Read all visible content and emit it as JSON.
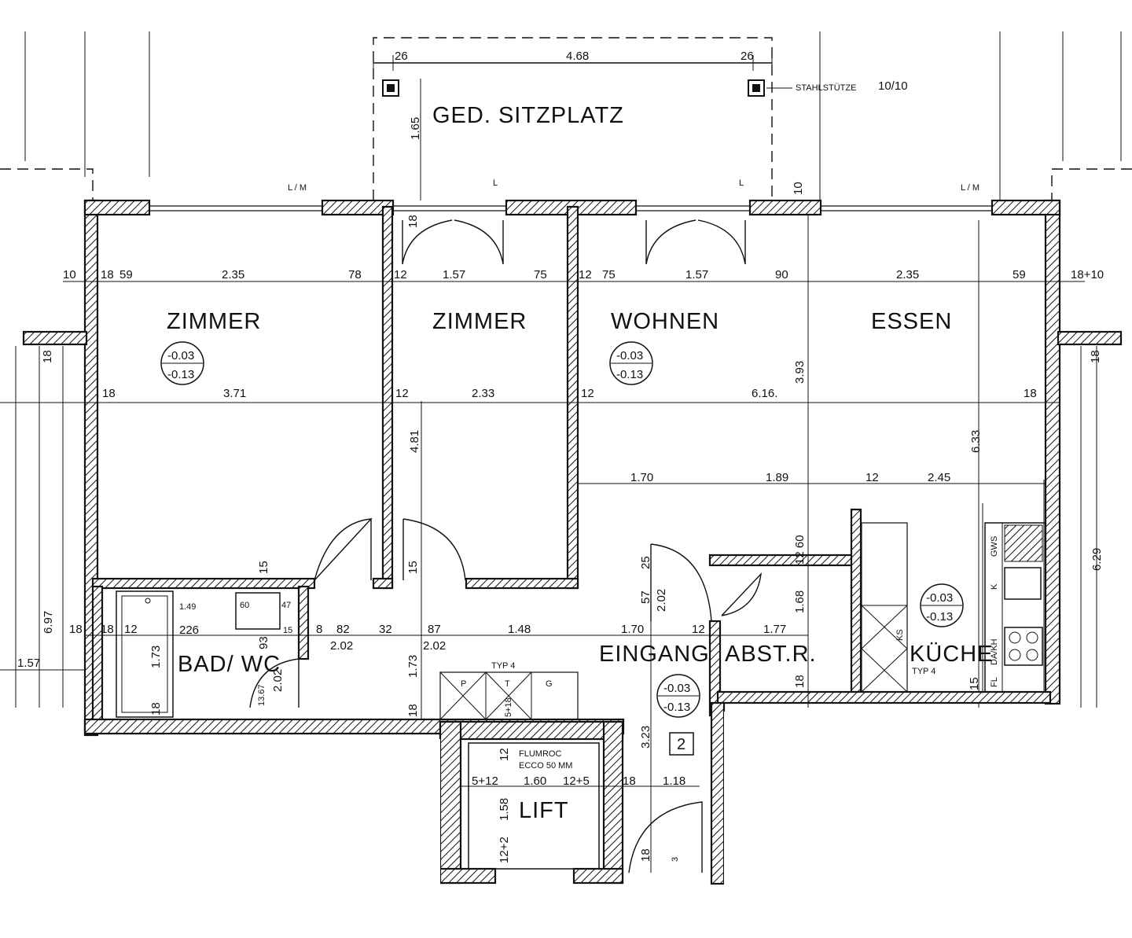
{
  "rooms": {
    "sitzplatz": "GED. SITZPLATZ",
    "zimmer1": "ZIMMER",
    "zimmer2": "ZIMMER",
    "wohnen": "WOHNEN",
    "essen": "ESSEN",
    "bad": "BAD/ WC",
    "eingang": "EINGANG",
    "abstr": "ABST.R.",
    "kueche": "KÜCHE",
    "lift": "LIFT"
  },
  "levels": {
    "a": {
      "top": "-0.03",
      "bottom": "-0.13"
    },
    "b": {
      "top": "-0.03",
      "bottom": "-0.13"
    },
    "c": {
      "top": "-0.03",
      "bottom": "-0.13"
    },
    "d": {
      "top": "-0.03",
      "bottom": "-0.13"
    }
  },
  "notes": {
    "stahlstuetze": "STAHLSTÜTZE",
    "stahlstuetze_size": "10/10",
    "typ4_top": "TYP 4",
    "typ4_kueche": "TYP 4",
    "flumroc": "FLUMROC",
    "ecco": "ECCO 50 MM",
    "unit_number": "2",
    "lm1": "L / M",
    "lm2": "L / M",
    "l1": "L",
    "l2": "L",
    "gws": "GWS",
    "k": "K",
    "dakh": "DA/KH",
    "fl": "FL",
    "ks": "KS",
    "p": "P",
    "t": "T",
    "g": "G"
  },
  "dimensions": {
    "top_26a": "26",
    "top_468": "4.68",
    "top_26b": "26",
    "v165": "1.65",
    "v10top": "10",
    "r1_10": "10",
    "r1_18": "18",
    "r1_59": "59",
    "r1_235": "2.35",
    "r1_78": "78",
    "r1_12a": "12",
    "r1_157a": "1.57",
    "r1_75a": "75",
    "r1_12b": "12",
    "r1_75b": "75",
    "r1_157b": "1.57",
    "r1_90": "90",
    "r1_235b": "2.35",
    "r1_59b": "59",
    "r1_1810": "18+10",
    "r2_18": "18",
    "r2_371": "3.71",
    "r2_12a": "12",
    "r2_233": "2.33",
    "r2_12b": "12",
    "r2_616": "6.16.",
    "r2_18b": "18",
    "v393": "3.93",
    "v633": "6.33",
    "v481": "4.81",
    "v629": "6.29",
    "v697": "6.97",
    "r3_170": "1.70",
    "r3_189": "1.89",
    "r3_12": "12",
    "r3_245": "2.45",
    "v1260": "12 60",
    "v168": "1.68",
    "v18k": "18",
    "v18a": "18",
    "v18b": "18",
    "v15a": "15",
    "v15b": "15",
    "v25": "25",
    "v57": "57",
    "v202": "2.02",
    "r4_18": "18",
    "r4_18b": "18",
    "r4_12": "12",
    "r4_149": "1.49",
    "r4_60": "60",
    "r4_47": "47",
    "r4_226": "226",
    "r4_15": "15",
    "r4_93": "93",
    "r4_8": "8",
    "r4_82": "82",
    "r4_32": "32",
    "r4_87": "87",
    "r4_148": "1.48",
    "r4_170": "1.70",
    "r4_12b": "12",
    "r4_177": "1.77",
    "r5_202a": "2.02",
    "r5_202b": "2.02",
    "v173a": "1.73",
    "v173b": "1.73",
    "v1367": "13.67",
    "v202c": "2.02",
    "v18c": "18",
    "v18d": "18",
    "v518": "5+18",
    "v157l": "1.57",
    "v15c": "15",
    "v18e": "18",
    "lift_512": "5+12",
    "lift_160": "1.60",
    "lift_125": "12+5",
    "lift_18": "18",
    "lift_118": "1.18",
    "v158": "1.58",
    "v122": "12+2",
    "v12l": "12",
    "v323": "3.23",
    "v18f": "18",
    "v3": "3"
  }
}
